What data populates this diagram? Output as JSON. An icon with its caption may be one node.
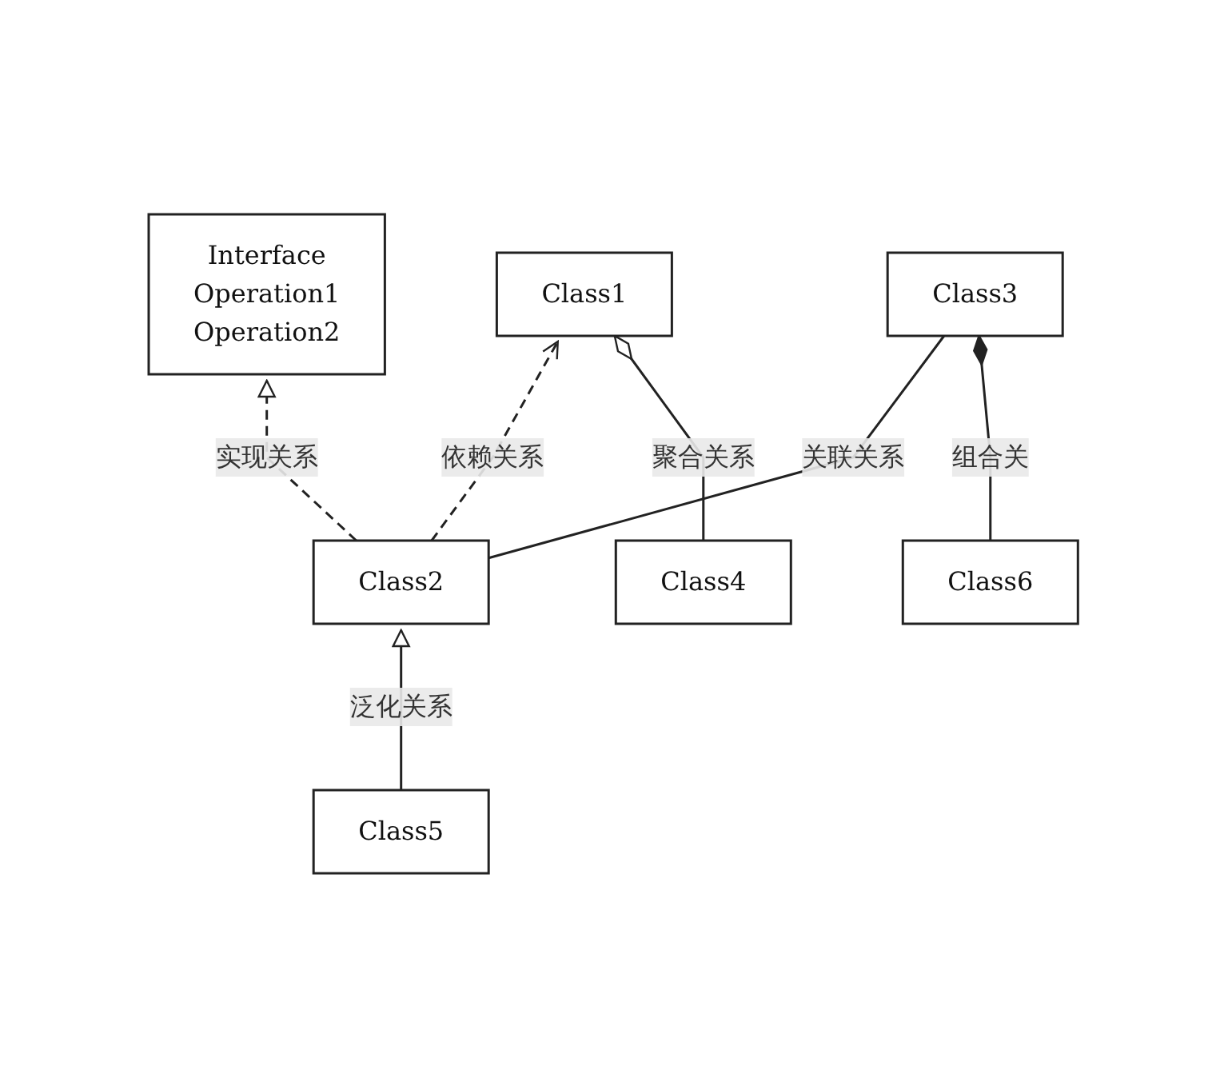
{
  "diagram": {
    "nodes": [
      {
        "text": [
          "Interface",
          "Operation1",
          "Operation2"
        ]
      },
      {
        "text": [
          "Class1"
        ]
      },
      {
        "text": [
          "Class2"
        ]
      },
      {
        "text": [
          "Class3"
        ]
      },
      {
        "text": [
          "Class4"
        ]
      },
      {
        "text": [
          "Class5"
        ]
      },
      {
        "text": [
          "Class6"
        ]
      }
    ],
    "edges": [
      {
        "from": 2,
        "to": 0,
        "arrow": "to",
        "style": "dashed",
        "label": "实现关系"
      },
      {
        "from": 2,
        "to": 1,
        "arrow": "to",
        "style": "dashed",
        "label": "依赖关系"
      },
      {
        "from": 2,
        "to": 3,
        "arrow": "none",
        "label": "关联关系"
      },
      {
        "from": 4,
        "to": 1,
        "arrow": "other",
        "label": "聚合关系"
      },
      {
        "from": 5,
        "to": 2,
        "arrow": "to",
        "label": "泛化关系"
      },
      {
        "from": 6,
        "to": 3,
        "arrow": "other",
        "label": "组合关"
      }
    ]
  }
}
